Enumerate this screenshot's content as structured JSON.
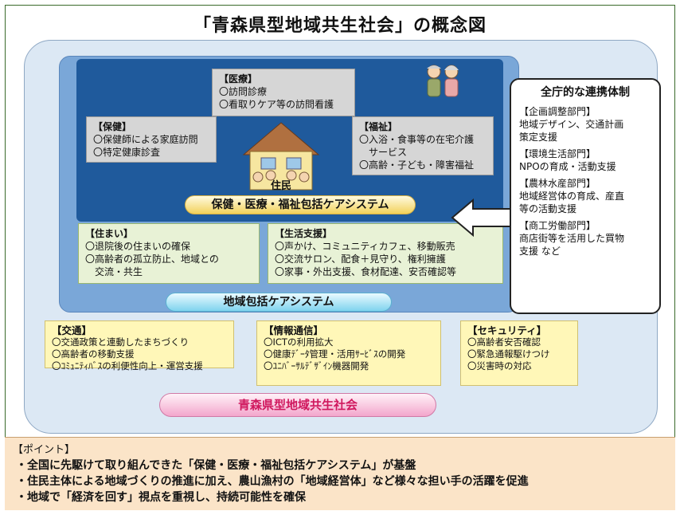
{
  "title": "「青森県型地域共生社会」の概念図",
  "iryo": {
    "head": "【医療】",
    "items": [
      "〇訪問診療",
      "〇看取りケア等の訪問看護"
    ]
  },
  "hoken": {
    "head": "【保健】",
    "items": [
      "〇保健師による家庭訪問",
      "〇特定健康診査"
    ]
  },
  "fukushi": {
    "head": "【福祉】",
    "items": [
      "〇入浴・食事等の在宅介護",
      "　サービス",
      "〇高齢・子ども・障害福祉"
    ]
  },
  "house_label": "住民",
  "care_system_1": "保健・医療・福祉包括ケアシステム",
  "sumai": {
    "head": "【住まい】",
    "items": [
      "〇退院後の住まいの確保",
      "〇高齢者の孤立防止、地域との",
      "　交流・共生"
    ]
  },
  "seikatsu": {
    "head": "【生活支援】",
    "items": [
      "〇声かけ、コミュニティカフェ、移動販売",
      "〇交流サロン、配食＋見守り、権利擁護",
      "〇家事・外出支援、食材配達、安否確認等"
    ]
  },
  "care_system_2": "地域包括ケアシステム",
  "kotsu": {
    "head": "【交通】",
    "items": [
      "〇交通政策と連動したまちづくり",
      "〇高齢者の移動支援",
      "〇ｺﾐｭﾆﾃｨﾊﾞｽの利便性向上・運営支援"
    ]
  },
  "joho": {
    "head": "【情報通信】",
    "items": [
      "〇ICTの利用拡大",
      "〇健康ﾃﾞｰﾀ管理・活用ｻｰﾋﾞｽの開発",
      "〇ﾕﾆﾊﾞｰｻﾙﾃﾞｻﾞｲﾝ機器開発"
    ]
  },
  "security": {
    "head": "【セキュリティ】",
    "items": [
      "〇高齢者安否確認",
      "〇緊急通報駆けつけ",
      "〇災害時の対応"
    ]
  },
  "kyosei": "青森県型地域共生社会",
  "renkei": {
    "title": "全庁的な連携体制",
    "sections": [
      {
        "head": "【企画調整部門】",
        "body": [
          "地域デザイン、交通計画",
          "策定支援"
        ]
      },
      {
        "head": "【環境生活部門】",
        "body": [
          "NPOの育成・活動支援"
        ]
      },
      {
        "head": "【農林水産部門】",
        "body": [
          "地域経営体の育成、産直",
          "等の活動支援"
        ]
      },
      {
        "head": "【商工労働部門】",
        "body": [
          "商店街等を活用した買物",
          "支援 など"
        ]
      }
    ]
  },
  "points": {
    "head": "【ポイント】",
    "lines": [
      "・全国に先駆けて取り組んできた「保健・医療・福祉包括ケアシステム」が基盤",
      "・住民主体による地域づくりの推進に加え、農山漁村の「地域経営体」など様々な担い手の活躍を促進",
      "・地域で「経済を回す」視点を重視し、持続可能性を確保"
    ]
  },
  "colors": {
    "dark_blue": "#1f5a9c",
    "mid_blue": "#7aa7d8",
    "pink_text": "#d0185e"
  }
}
